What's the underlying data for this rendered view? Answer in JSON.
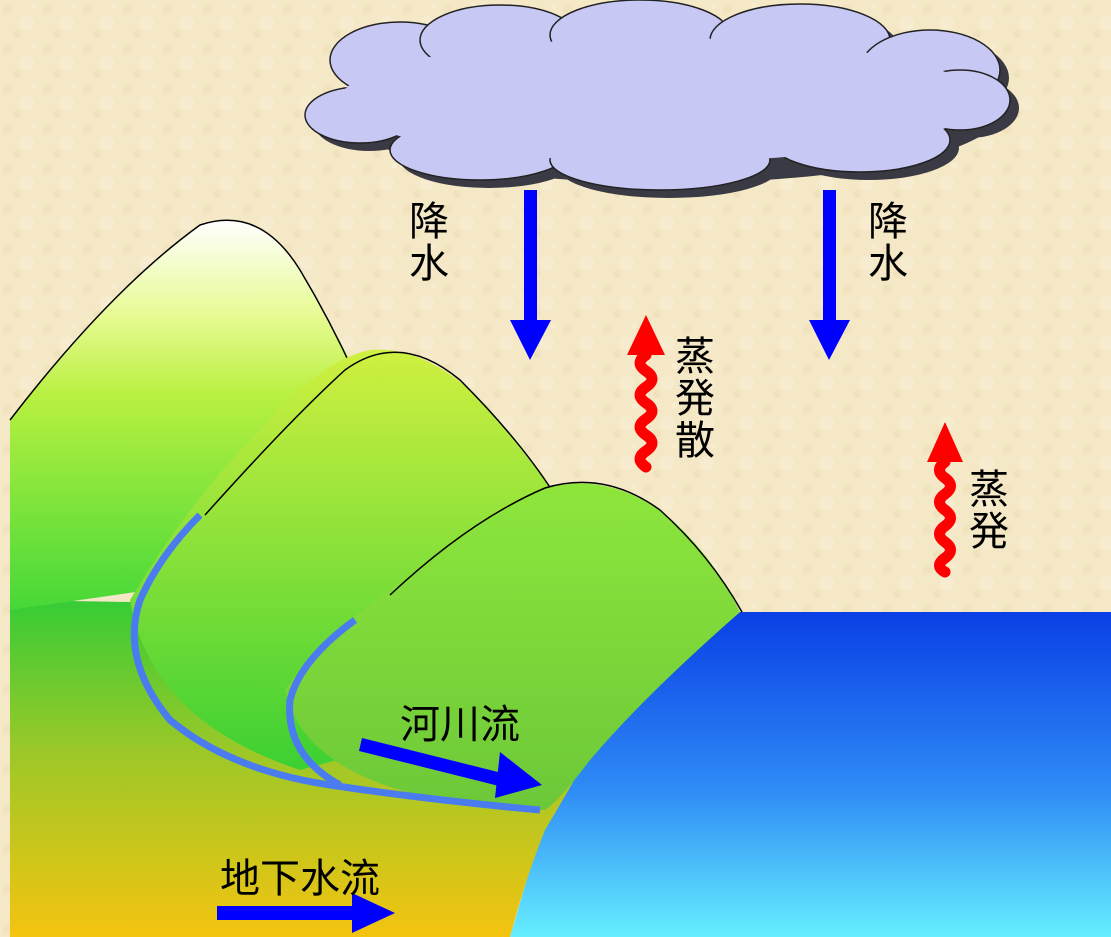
{
  "labels": {
    "precipitation_left": "降水",
    "precipitation_right": "降水",
    "evapotranspiration": "蒸発散",
    "evaporation": "蒸発",
    "river_flow": "河川流",
    "groundwater_flow": "地下水流"
  },
  "colors": {
    "background": "#f5e9c8",
    "cloud": "#c8c8f5",
    "precip_arrow": "#0000ff",
    "evap_arrow": "#ff0000",
    "river": "#4a7cf0",
    "sea_top": "#0a3fe6",
    "sea_bottom": "#66eeff"
  },
  "icons": [
    "cloud-icon",
    "precipitation-arrow-icon",
    "evaporation-arrow-icon",
    "flow-arrow-icon"
  ]
}
